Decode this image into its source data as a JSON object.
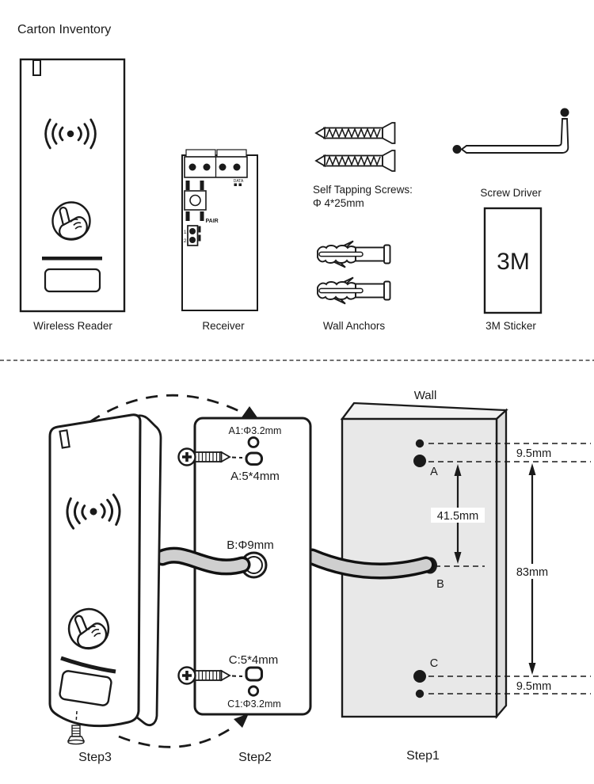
{
  "title": "Carton Inventory",
  "colors": {
    "line": "#1a1a1a",
    "wall_front": "#e8e8e8",
    "wall_top": "#f2f2f2",
    "wall_side": "#dedede",
    "cable": "#cfcfcf"
  },
  "inventory": {
    "wireless_reader_label": "Wireless Reader",
    "receiver_label": "Receiver",
    "wall_anchors_label": "Wall Anchors",
    "sticker_label": "3M Sticker",
    "screwdriver_label": "Screw Driver",
    "screws_caption_1": "Self Tapping Screws:",
    "screws_caption_2": "Φ 4*25mm",
    "sticker_text": "3M",
    "receiver_board": {
      "data_label": "DATA",
      "pair_label": "PAIR",
      "pin_1": "1",
      "pin_2": "2"
    }
  },
  "installation": {
    "wall_label": "Wall",
    "plate_labels": {
      "a1": "A1:Φ3.2mm",
      "a": "A:5*4mm",
      "b": "B:Φ9mm",
      "c": "C:5*4mm",
      "c1": "C1:Φ3.2mm"
    },
    "wall_hole_labels": {
      "a": "A",
      "b": "B",
      "c": "C"
    },
    "dimensions": {
      "top_offset": "9.5mm",
      "a_to_b": "41.5mm",
      "total": "83mm",
      "bottom_offset": "9.5mm"
    },
    "step_labels": {
      "step1": "Step1",
      "step2": "Step2",
      "step3": "Step3"
    }
  }
}
